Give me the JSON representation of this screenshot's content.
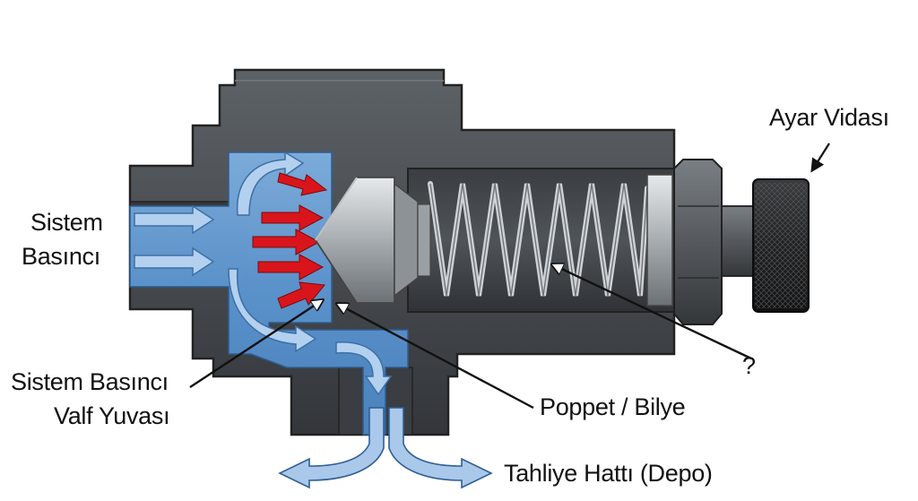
{
  "labels": {
    "adjust_screw": "Ayar Vidası",
    "system_pressure_line1": "Sistem",
    "system_pressure_line2": "Basıncı",
    "valve_seat_line1": "Sistem Basıncı",
    "valve_seat_line2": "Valf Yuvası",
    "poppet": "Poppet / Bilye",
    "unknown_spring": "?",
    "drain_line": "Tahliye Hattı (Depo)"
  },
  "colors": {
    "body": "#4a4e52",
    "body_dark": "#2e3134",
    "fluid": "#5f98d2",
    "flow_arrow": "#a9c8ea",
    "pressure_arrow": "#d9151b",
    "metal": "#b9bec2",
    "knob": "#1f2022"
  }
}
